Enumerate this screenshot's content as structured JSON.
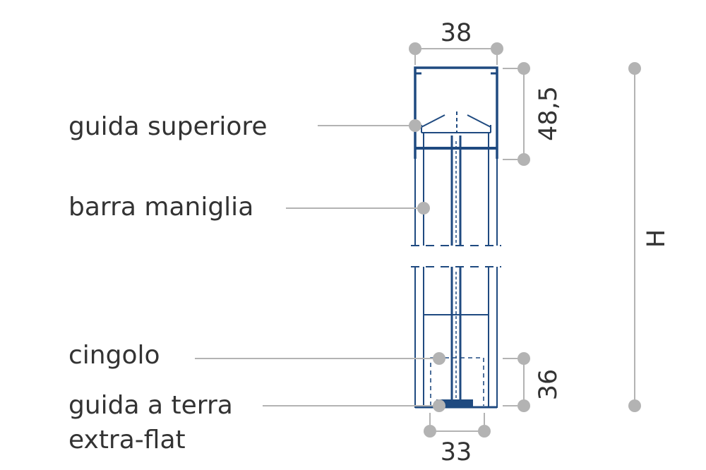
{
  "colors": {
    "profile": "#1f4a80",
    "leader": "#b3b3b3",
    "text": "#333333",
    "background": "#ffffff"
  },
  "labels": {
    "top_rail": "guida superiore",
    "handle_bar": "barra maniglia",
    "belt": "cingolo",
    "floor_rail_line1": "guida a terra",
    "floor_rail_line2": "extra-flat"
  },
  "dimensions": {
    "width_top": "38",
    "top_rail_height": "48,5",
    "width_bottom": "33",
    "bottom_height": "36",
    "total_height": "H"
  }
}
